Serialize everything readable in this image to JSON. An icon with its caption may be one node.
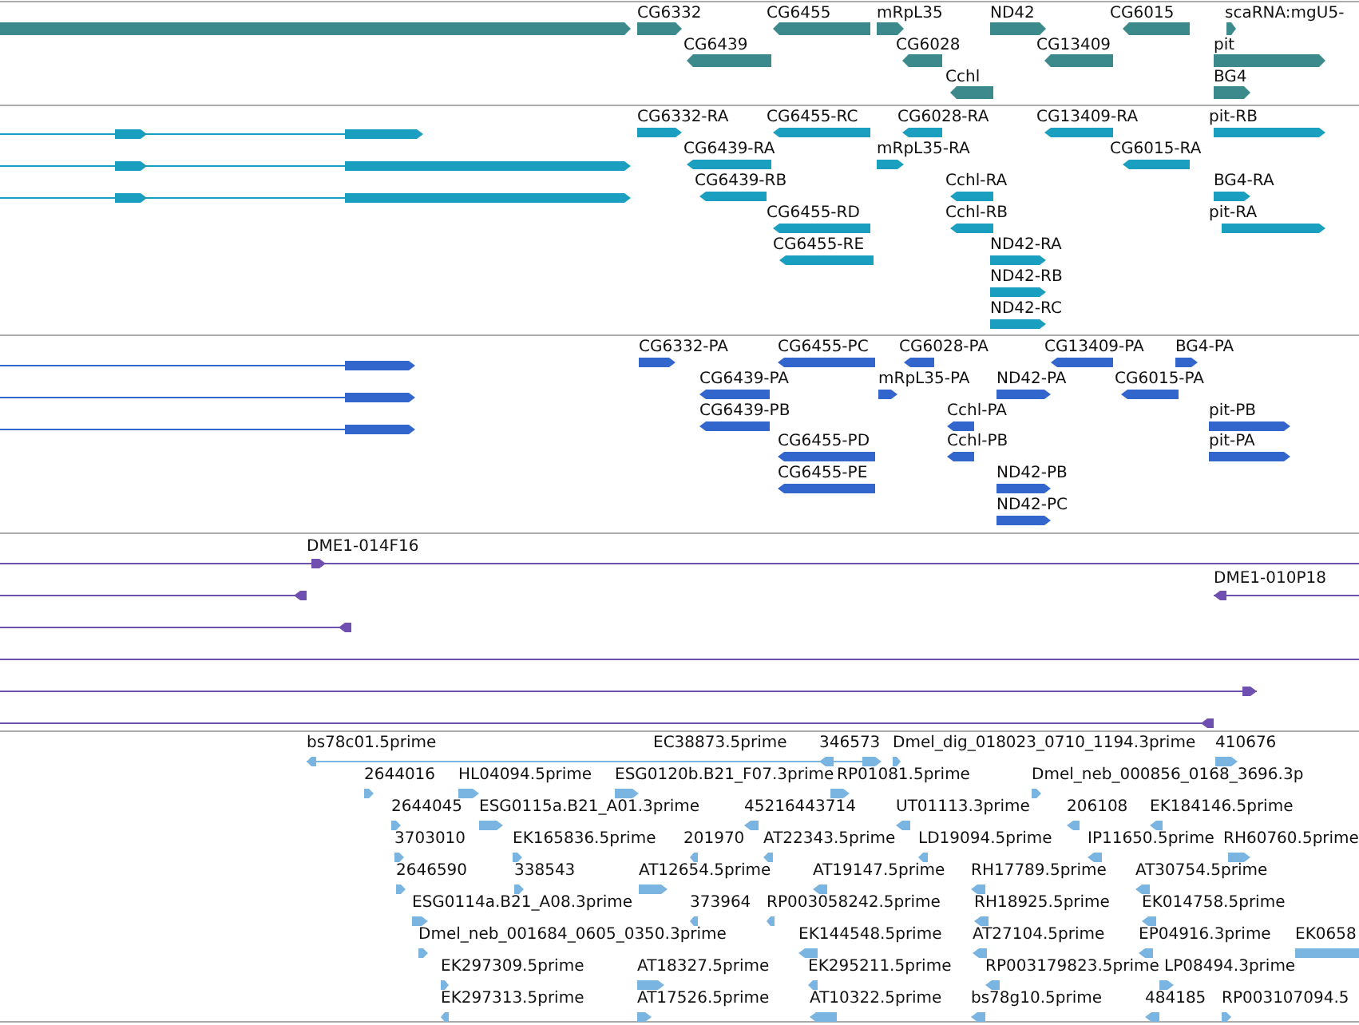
{
  "diagram": {
    "labels": [
      "CG6332",
      "CG6455",
      "mRpL35",
      "ND42",
      "CG6015",
      "scaRNA:mgU5-",
      "CG6439",
      "CG6028",
      "CG13409",
      "pit",
      "Cchl",
      "BG4",
      "CG6332-RA",
      "CG6455-RC",
      "CG6028-RA",
      "CG13409-RA",
      "pit-RB",
      "CG6439-RA",
      "mRpL35-RA",
      "CG6015-RA",
      "CG6439-RB",
      "Cchl-RA",
      "BG4-RA",
      "CG6455-RD",
      "Cchl-RB",
      "pit-RA",
      "CG6455-RE",
      "ND42-RA",
      "ND42-RB",
      "ND42-RC",
      "CG6332-PA",
      "CG6455-PC",
      "CG6028-PA",
      "CG13409-PA",
      "BG4-PA",
      "CG6439-PA",
      "mRpL35-PA",
      "ND42-PA",
      "CG6015-PA",
      "CG6439-PB",
      "Cchl-PA",
      "pit-PB",
      "CG6455-PD",
      "Cchl-PB",
      "pit-PA",
      "CG6455-PE",
      "ND42-PB",
      "ND42-PC",
      "DME1-014F16",
      "DME1-010P18",
      "bs78c01.5prime",
      "EC38873.5prime",
      "346573",
      "Dmel_dig_018023_0710_1194.3prime",
      "410676",
      "2644016",
      "HL04094.5prime",
      "ESG0120b.B21_F07.3prime",
      "RP01081.5prime",
      "Dmel_neb_000856_0168_3696.3p",
      "2644045",
      "ESG0115a.B21_A01.3prime",
      "45216443714",
      "UT01113.3prime",
      "206108",
      "EK184146.5prime",
      "3703010",
      "EK165836.5prime",
      "201970",
      "AT22343.5prime",
      "LD19094.5prime",
      "IP11650.5prime",
      "RH60760.5prime",
      "2646590",
      "338543",
      "AT12654.5prime",
      "AT19147.5prime",
      "RH17789.5prime",
      "AT30754.5prime",
      "ESG0114a.B21_A08.3prime",
      "373964",
      "RP003058242.5prime",
      "RH18925.5prime",
      "EK014758.5prime",
      "Dmel_neb_001684_0605_0350.3prime",
      "EK144548.5prime",
      "AT27104.5prime",
      "EP04916.3prime",
      "EK0658",
      "EK297309.5prime",
      "AT18327.5prime",
      "EK295211.5prime",
      "RP003179823.5prime",
      "LP08494.3prime",
      "EK297313.5prime",
      "AT17526.5prime",
      "AT10322.5prime",
      "bs78g10.5prime",
      "484185",
      "RP003107094.5"
    ]
  }
}
